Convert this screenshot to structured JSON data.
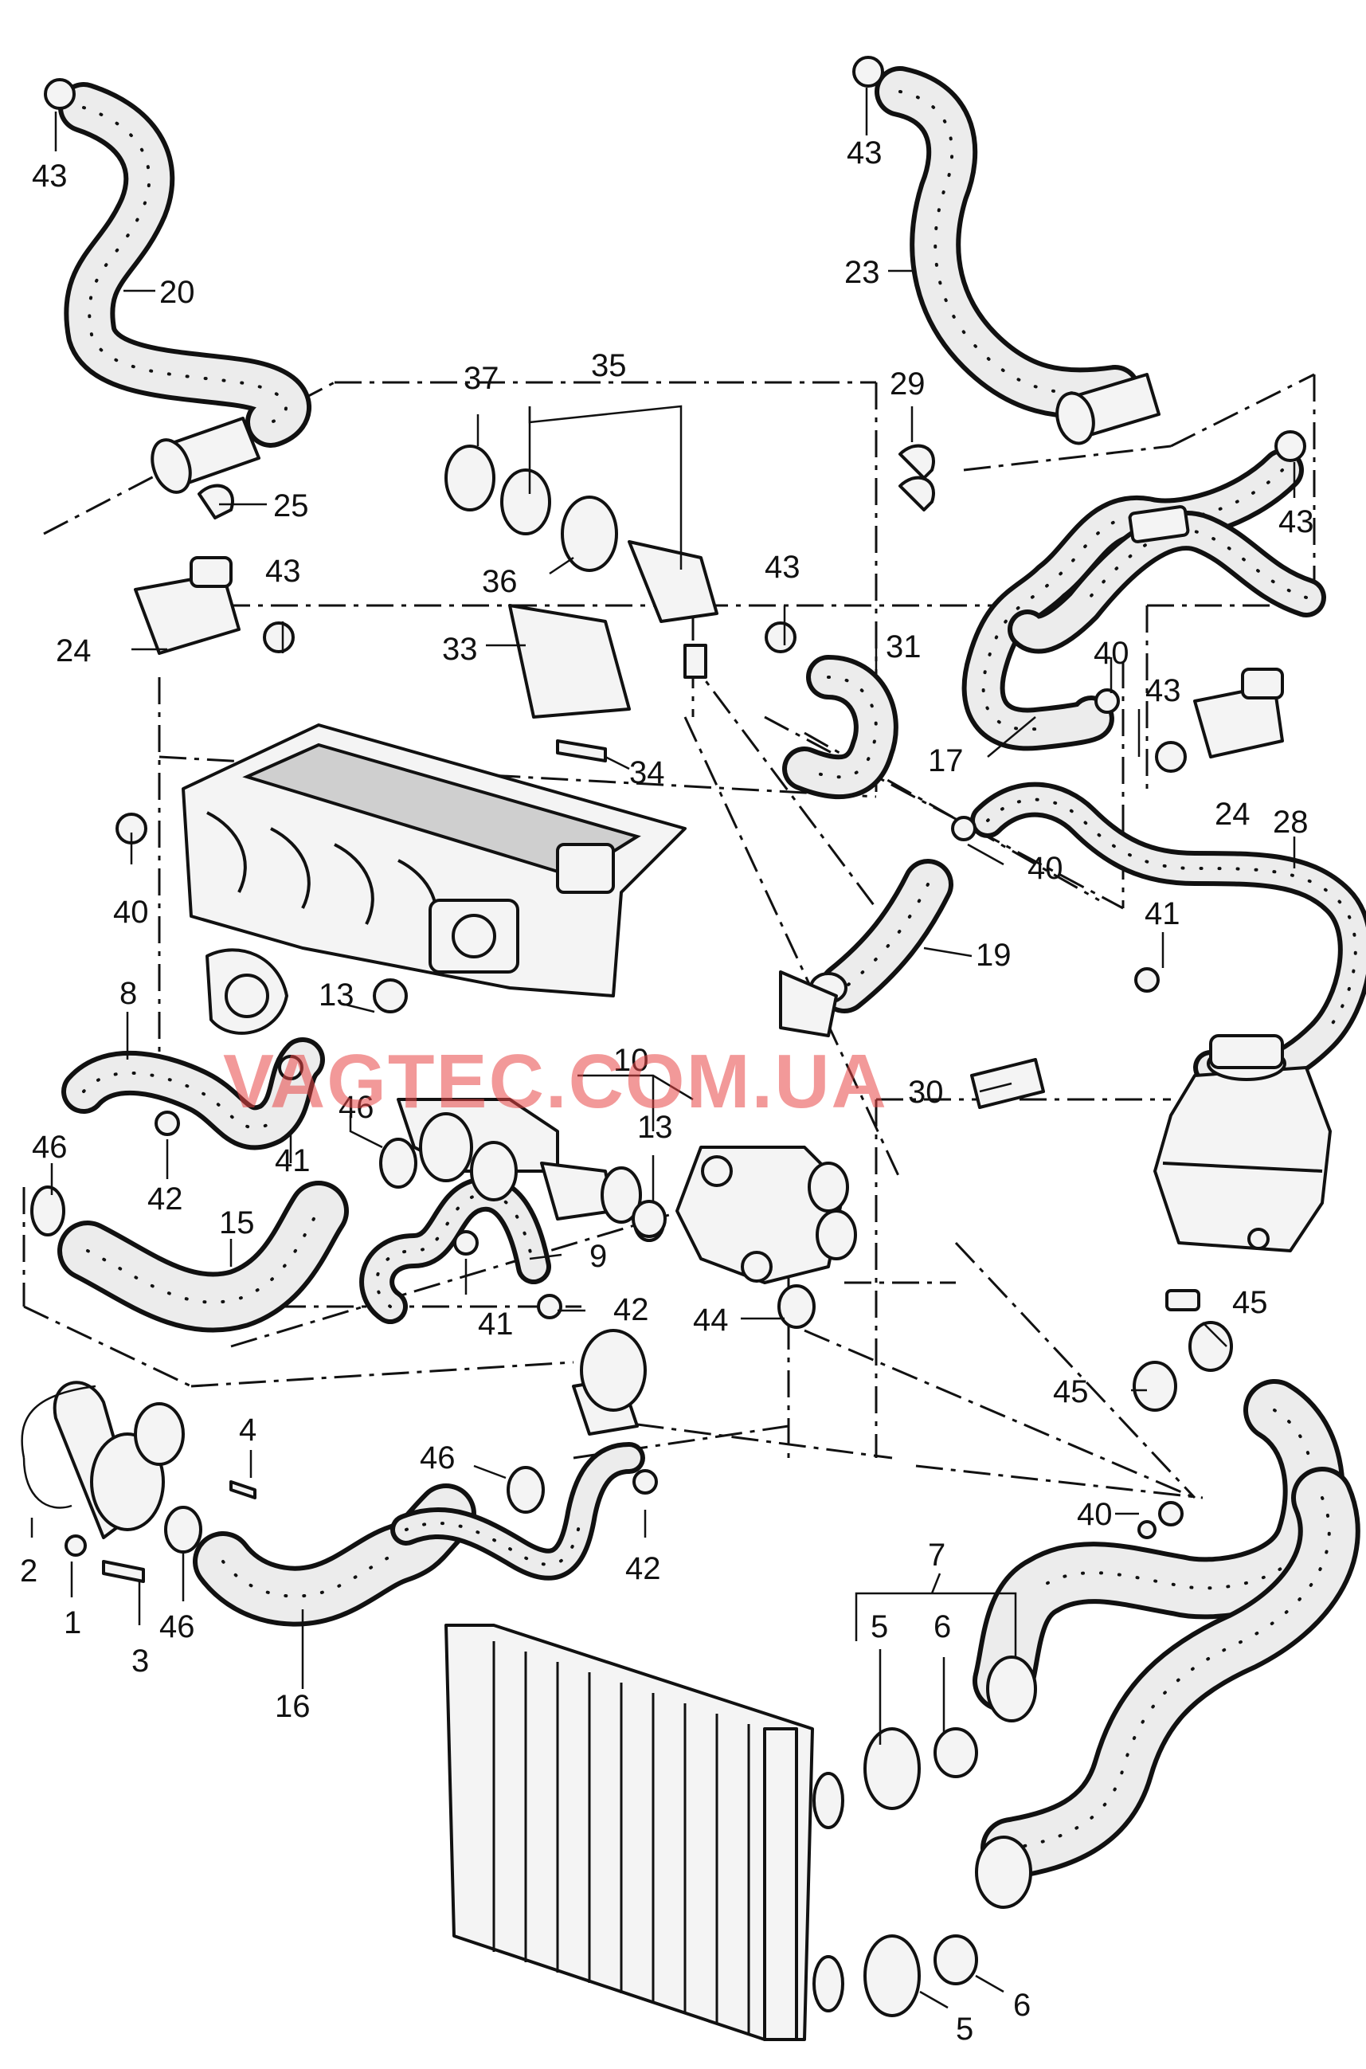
{
  "watermark": "VAGTEC.COM.UA",
  "colors": {
    "line": "#111111",
    "hose_fill": "#ececec",
    "watermark": "#e84646"
  },
  "callouts": {
    "c1": "1",
    "c2": "2",
    "c3": "3",
    "c4": "4",
    "c5a": "5",
    "c5b": "5",
    "c6a": "6",
    "c6b": "6",
    "c7": "7",
    "c8": "8",
    "c9": "9",
    "c10": "10",
    "c13a": "13",
    "c13b": "13",
    "c15": "15",
    "c16": "16",
    "c17": "17",
    "c19": "19",
    "c20": "20",
    "c23": "23",
    "c24a": "24",
    "c24b": "24",
    "c25": "25",
    "c28": "28",
    "c29": "29",
    "c30": "30",
    "c31": "31",
    "c33": "33",
    "c34": "34",
    "c35": "35",
    "c36": "36",
    "c37": "37",
    "c40a": "40",
    "c40b": "40",
    "c40c": "40",
    "c40d": "40",
    "c41a": "41",
    "c41b": "41",
    "c41c": "41",
    "c42a": "42",
    "c42b": "42",
    "c42c": "42",
    "c43a": "43",
    "c43b": "43",
    "c43c": "43",
    "c43d": "43",
    "c43e": "43",
    "c43f": "43",
    "c44": "44",
    "c45a": "45",
    "c45b": "45",
    "c46a": "46",
    "c46b": "46",
    "c46c": "46",
    "c46d": "46"
  }
}
